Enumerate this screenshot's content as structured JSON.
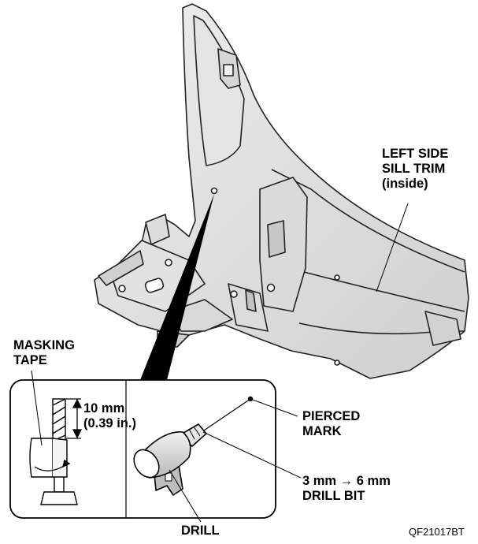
{
  "labels": {
    "sill_trim": [
      "LEFT SIDE",
      "SILL TRIM",
      "(inside)"
    ],
    "masking_tape": [
      "MASKING",
      "TAPE"
    ],
    "depth": [
      "10 mm",
      "(0.39 in.)"
    ],
    "pierced_mark": [
      "PIERCED",
      "MARK"
    ],
    "drill_bit": [
      "3 mm → 6 mm",
      "DRILL BIT"
    ],
    "drill": "DRILL"
  },
  "figure_code": "QF21017BT"
}
